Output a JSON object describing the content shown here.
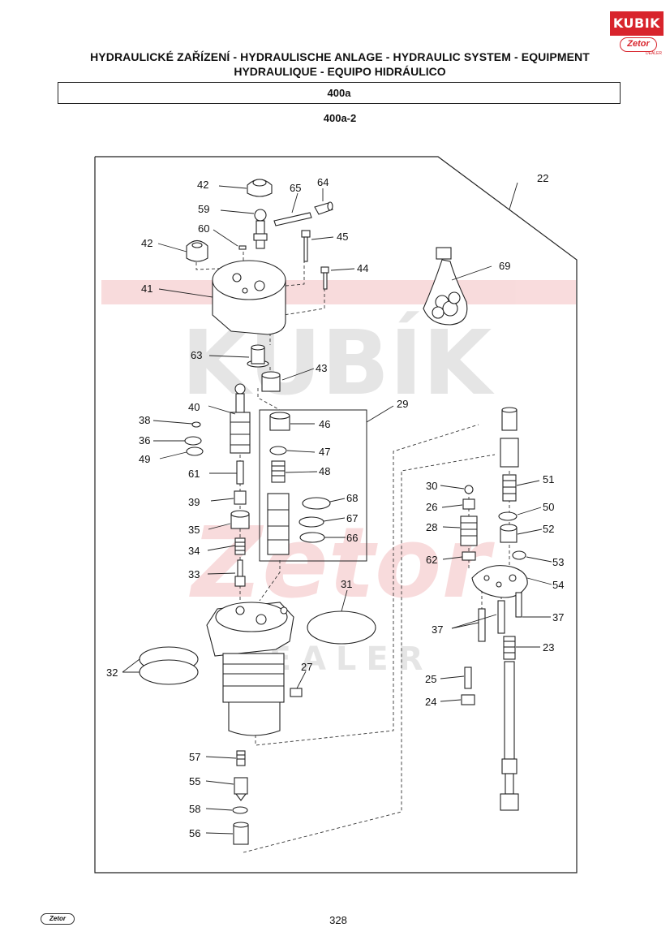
{
  "header": {
    "title_line1": "HYDRAULICKÉ ZAŘÍZENÍ - HYDRAULISCHE ANLAGE - HYDRAULIC SYSTEM - EQUIPMENT",
    "title_line2": "HYDRAULIQUE - EQUIPO HIDRÁULICO",
    "group_code": "400a",
    "figure_code": "400a-2"
  },
  "brand": {
    "name": "KUBIK",
    "sub": "Zetor",
    "dealer": "DEALER"
  },
  "watermark": {
    "text": "KUBÍK",
    "sub": "Zetor",
    "dealer": "DEALER"
  },
  "footer": {
    "logo": "Zetor",
    "page": "328"
  },
  "labels": {
    "l22": "22",
    "l42a": "42",
    "l65": "65",
    "l64": "64",
    "l59": "59",
    "l60": "60",
    "l45": "45",
    "l42b": "42",
    "l44": "44",
    "l69": "69",
    "l41": "41",
    "l63": "63",
    "l43": "43",
    "l40": "40",
    "l29": "29",
    "l38": "38",
    "l46": "46",
    "l36": "36",
    "l47": "47",
    "l49": "49",
    "l48": "48",
    "l61": "61",
    "l51": "51",
    "l68": "68",
    "l30": "30",
    "l39": "39",
    "l50": "50",
    "l26": "26",
    "l67": "67",
    "l35": "35",
    "l28": "28",
    "l52": "52",
    "l66": "66",
    "l34": "34",
    "l62": "62",
    "l53": "53",
    "l33": "33",
    "l54": "54",
    "l31": "31",
    "l37a": "37",
    "l37b": "37",
    "l23": "23",
    "l32": "32",
    "l27": "27",
    "l25": "25",
    "l24": "24",
    "l57": "57",
    "l55": "55",
    "l58": "58",
    "l56": "56"
  }
}
